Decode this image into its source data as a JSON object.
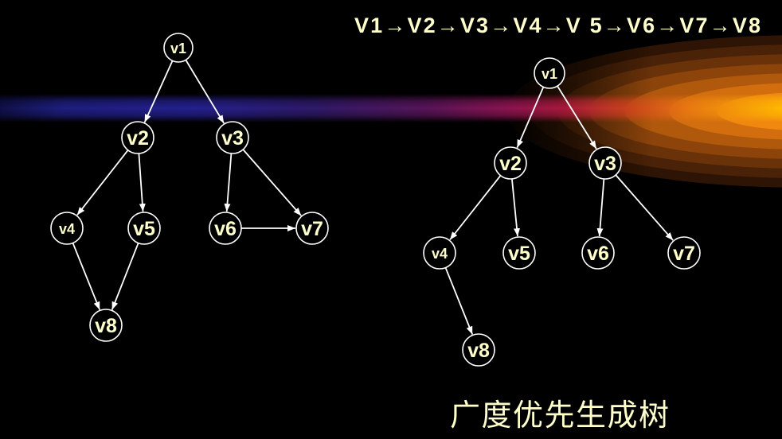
{
  "title": "V1→V2→V3→V4→V 5→V6→V7→V8",
  "caption": "广度优先生成树",
  "colors": {
    "background": "#000000",
    "text": "#FFFFCC",
    "edge": "#FFFFFF",
    "node_stroke": "#FFFFFF",
    "node_fill": "#000000"
  },
  "graphs": [
    {
      "nodes": [
        "v1",
        "v2",
        "v3",
        "v4",
        "v5",
        "v6",
        "v7",
        "v8"
      ],
      "edges": [
        [
          "v1",
          "v2"
        ],
        [
          "v1",
          "v3"
        ],
        [
          "v2",
          "v4"
        ],
        [
          "v2",
          "v5"
        ],
        [
          "v3",
          "v6"
        ],
        [
          "v3",
          "v7"
        ],
        [
          "v6",
          "v7"
        ],
        [
          "v4",
          "v8"
        ],
        [
          "v5",
          "v8"
        ]
      ]
    },
    {
      "nodes": [
        "v1",
        "v2",
        "v3",
        "v4",
        "v5",
        "v6",
        "v7",
        "v8"
      ],
      "edges": [
        [
          "v1",
          "v2"
        ],
        [
          "v1",
          "v3"
        ],
        [
          "v2",
          "v4"
        ],
        [
          "v2",
          "v5"
        ],
        [
          "v3",
          "v6"
        ],
        [
          "v3",
          "v7"
        ],
        [
          "v4",
          "v8"
        ]
      ]
    }
  ]
}
